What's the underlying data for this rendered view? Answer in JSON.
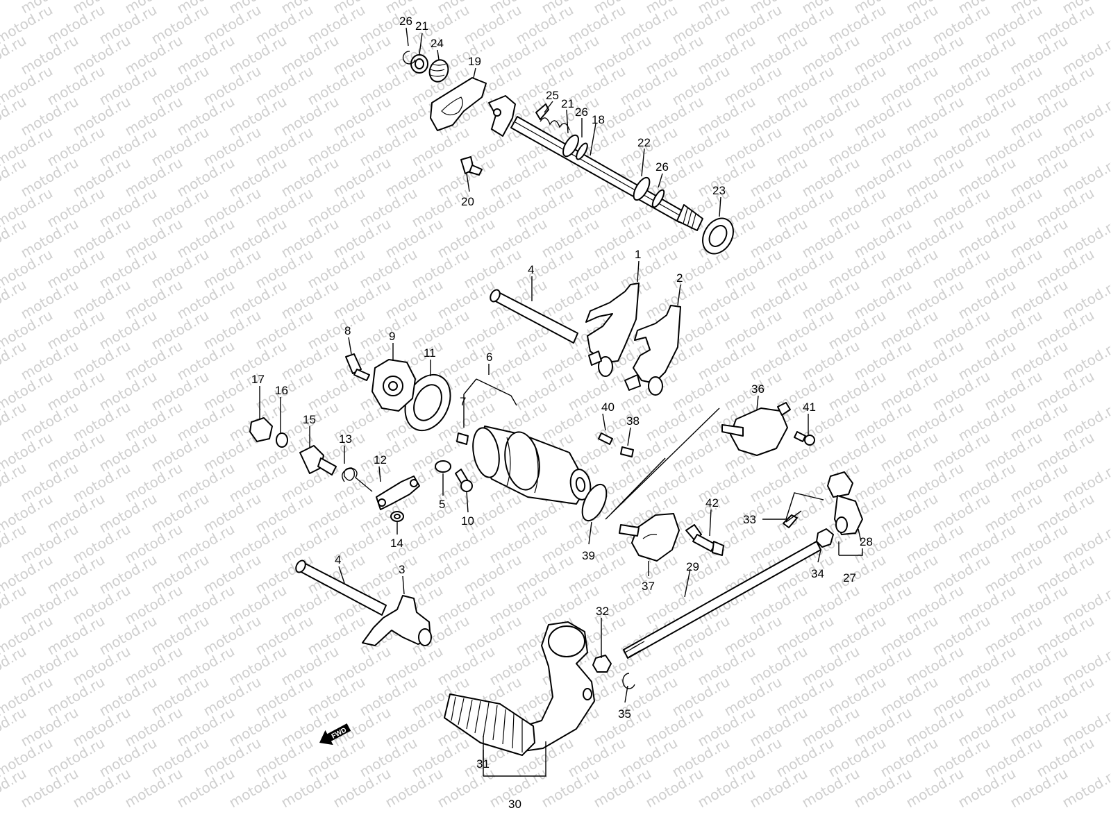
{
  "watermark": "motod.ru",
  "direction_badge": "FWD",
  "callouts": {
    "c1": "1",
    "c2": "2",
    "c3": "3",
    "c4a": "4",
    "c4b": "4",
    "c5": "5",
    "c6": "6",
    "c7": "7",
    "c8": "8",
    "c9": "9",
    "c10": "10",
    "c11": "11",
    "c12": "12",
    "c13": "13",
    "c14": "14",
    "c15": "15",
    "c16": "16",
    "c17": "17",
    "c18": "18",
    "c19": "19",
    "c20": "20",
    "c21a": "21",
    "c21b": "21",
    "c22": "22",
    "c23": "23",
    "c24": "24",
    "c25": "25",
    "c26a": "26",
    "c26b": "26",
    "c26c": "26",
    "c27": "27",
    "c28": "28",
    "c29": "29",
    "c30": "30",
    "c31": "31",
    "c32": "32",
    "c33": "33",
    "c34": "34",
    "c35": "35",
    "c36": "36",
    "c37": "37",
    "c38": "38",
    "c39": "39",
    "c40": "40",
    "c41": "41",
    "c42": "42"
  }
}
